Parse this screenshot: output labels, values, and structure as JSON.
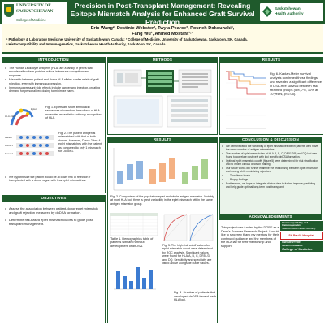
{
  "header": {
    "left_logo": {
      "line1": "UNIVERSITY OF",
      "line2": "SASKATCHEWAN",
      "line3": "College of Medicine"
    },
    "title": "Precision in Post-Transplant Management: Revealing Epitope Mismatch Analysis for Enhanced Graft Survival Prediction",
    "right_logo": {
      "line1": "Saskatchewan",
      "line2": "Health Authority"
    }
  },
  "authors": {
    "line1": "Eric Wang², Destinie Webster³, Twyla Pearce³, Pouneh Dokouhaki³,",
    "line2": "Fang Wu¹, Ahmed Mostafa¹·³",
    "affil1": "¹ Pathology & Laboratory Medicine, University of Saskatchewan, Canada; ² College of Medicine, University of Saskatchewan, Saskatoon, SK, Canada.",
    "affil2": "³ Histocompatibility and Immunogenetics, Saskatchewan Health Authority, Saskatoon, SK, Canada."
  },
  "sections": {
    "introduction": "INTRODUCTION",
    "methods": "METHODS",
    "results_mid": "RESULTS",
    "results_right": "RESULTS",
    "conclusion": "CONCLUSION & DISCUSSION",
    "objectives": "OBJECTIVES",
    "acknowledgements": "ACKNOWLEDGEMENTS"
  },
  "intro": {
    "bullets": [
      "The Human Leukocyte Antigens (HLA) are a family of genes that encode cell surface proteins critical in immune recognition and response.",
      "Mismatch between patient and donor HLA alleles confer a risk of graft rejection, even with immunosuppression.",
      "Immunosuppressant side effects include cancer and infection, creating demand for personalized dosing to minimize harm."
    ],
    "fig_labels": {
      "hla_allele": "HLA allele",
      "eplet": "Eplet"
    },
    "fig1_caption": "Fig. 1. Eplets are short amino acid sequences situated on the surface of HLA molecules essential to antibody recognition of HLA.",
    "fig2_rows": [
      "Patient",
      "Donor 1",
      "Donor 2"
    ],
    "fig2_caption": "Fig. 2. The patient antigen is mismatched with that of both donors. However, Donor 2 has 4 eplet mismatches with the patient as compared to only 1 mismatch for Donor 1.",
    "hypothesis": "We hypothesize the patient would be at lower risk of rejection if transplanted with a donor organ with less eplet mismatches."
  },
  "objectives": {
    "bullets": [
      "Assess the association between patient-donor eplet mismatch and graft rejection measured by dnDSA formation.",
      "Determine risk-based eplet mismatch cutoffs to guide post-transplant management."
    ]
  },
  "results_mid": {
    "fig3_caption": "Fig. 3. Comparison of the population eplet and whole antigen mismatch. Notably at most HLA loci, there is great variability in the eplet mismatch within the same antigen mismatch group.",
    "table1_caption": "Table 1. Demographics table of patients with and without development of dnDSA.",
    "fig4_caption": "Fig. 4. Number of patients that developed dnDSA toward each HLA loci.",
    "fig5_caption": "Fig. 5. The high-risk cutoff values for eplet mismatch count were determined by ROC analysis. Significant values were found for HLA-A, B, C, DR51/3 and DQ. Sensitivity and specificity are listed above alongside cutoff values."
  },
  "results_right": {
    "fig6_caption": "Fig. 6. Kaplan-Meier survival analysis confirmed these findings and revealed a significant difference in DSA-free survival between risk-stratified groups (5%, 7%, 10% at 10 years, p<0.05)."
  },
  "conclusion": {
    "bullets": [
      "We demonstrated the variability of eplet mismatches within patients who have the same number of antigen mismatches.",
      "The number of eplet mismatches at HLA-A, B, C, DR51/3/5, and DQ loci was found to correlate positively with loci specific dnDSA formation.",
      "Optimal eplet mismatch cutoffs (figure 5) were determined for risk stratification and to inform clinical decision making.",
      "Our future works will further examine the relationship between eplet mismatch and dosing while minimizing rejection.",
      "Furthermore, we hope to integrate clinical data to further improve predicting and help guide optimal long-term post-transplant."
    ],
    "sub_bullets": [
      "Tacrolimus levels",
      "Biopsy findings"
    ]
  },
  "acknowledgements": {
    "text": "This project was funded by the DGRF as a Dean's Summer Research Project. I would like to sincerely thank my mentors for their continued guidance and the members of the HLA lab for their mentorship and support.",
    "logo1": "Histocompatibility and Immunogenetics",
    "logo1_sub": "Saskatchewan Health Authority",
    "logo2": "St. Paul's Hospital",
    "logo3": "College of Medicine",
    "logo3_sub": "UNIVERSITY OF SASKATCHEWAN"
  },
  "colors": {
    "brand_green": "#1f5a2c",
    "accent_yellow": "#f2c200",
    "panel_green": "#eaf3ea"
  }
}
